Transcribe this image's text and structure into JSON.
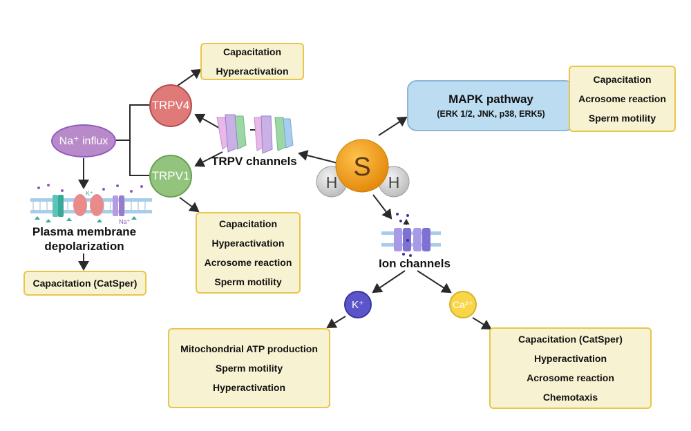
{
  "center": {
    "s": "S",
    "h_left": "H",
    "h_right": "H"
  },
  "na_influx": "Na⁺ influx",
  "trpv4": "TRPV4",
  "trpv1": "TRPV1",
  "trpv_channels": "TRPV channels",
  "plasma_membrane": [
    "Plasma membrane",
    "depolarization"
  ],
  "ions": {
    "k_small": "K⁺",
    "na_small": "Na⁺"
  },
  "ion_channels": "Ion channels",
  "k_ion": "K⁺",
  "ca_ion": "Ca²⁺",
  "mapk": {
    "title": "MAPK pathway",
    "subtitle": "(ERK 1/2, JNK, p38, ERK5)"
  },
  "boxes": {
    "trpv4_effects": [
      "Capacitation",
      "Hyperactivation"
    ],
    "trpv1_effects": [
      "Capacitation",
      "Hyperactivation",
      "Acrosome reaction",
      "Sperm motility"
    ],
    "depolarization_effects": [
      "Capacitation (CatSper)"
    ],
    "mapk_effects": [
      "Capacitation",
      "Acrosome reaction",
      "Sperm motility"
    ],
    "k_effects": [
      "Mitochondrial ATP production",
      "Sperm motility",
      "Hyperactivation"
    ],
    "ca_effects": [
      "Capacitation (CatSper)",
      "Hyperactivation",
      "Acrosome reaction",
      "Chemotaxis"
    ]
  },
  "colors": {
    "trpv4": "#e07a78",
    "trpv1": "#93c47d",
    "na_influx": "#b98ac9",
    "sulfur": "#f6a623",
    "hydrogen": "#d9d9d9",
    "k_ion": "#5b55c9",
    "ca_ion": "#f9d548",
    "box_fill": "#f7f3d2",
    "box_border": "#e8c64a",
    "mapk_fill": "#bcdcf1"
  }
}
